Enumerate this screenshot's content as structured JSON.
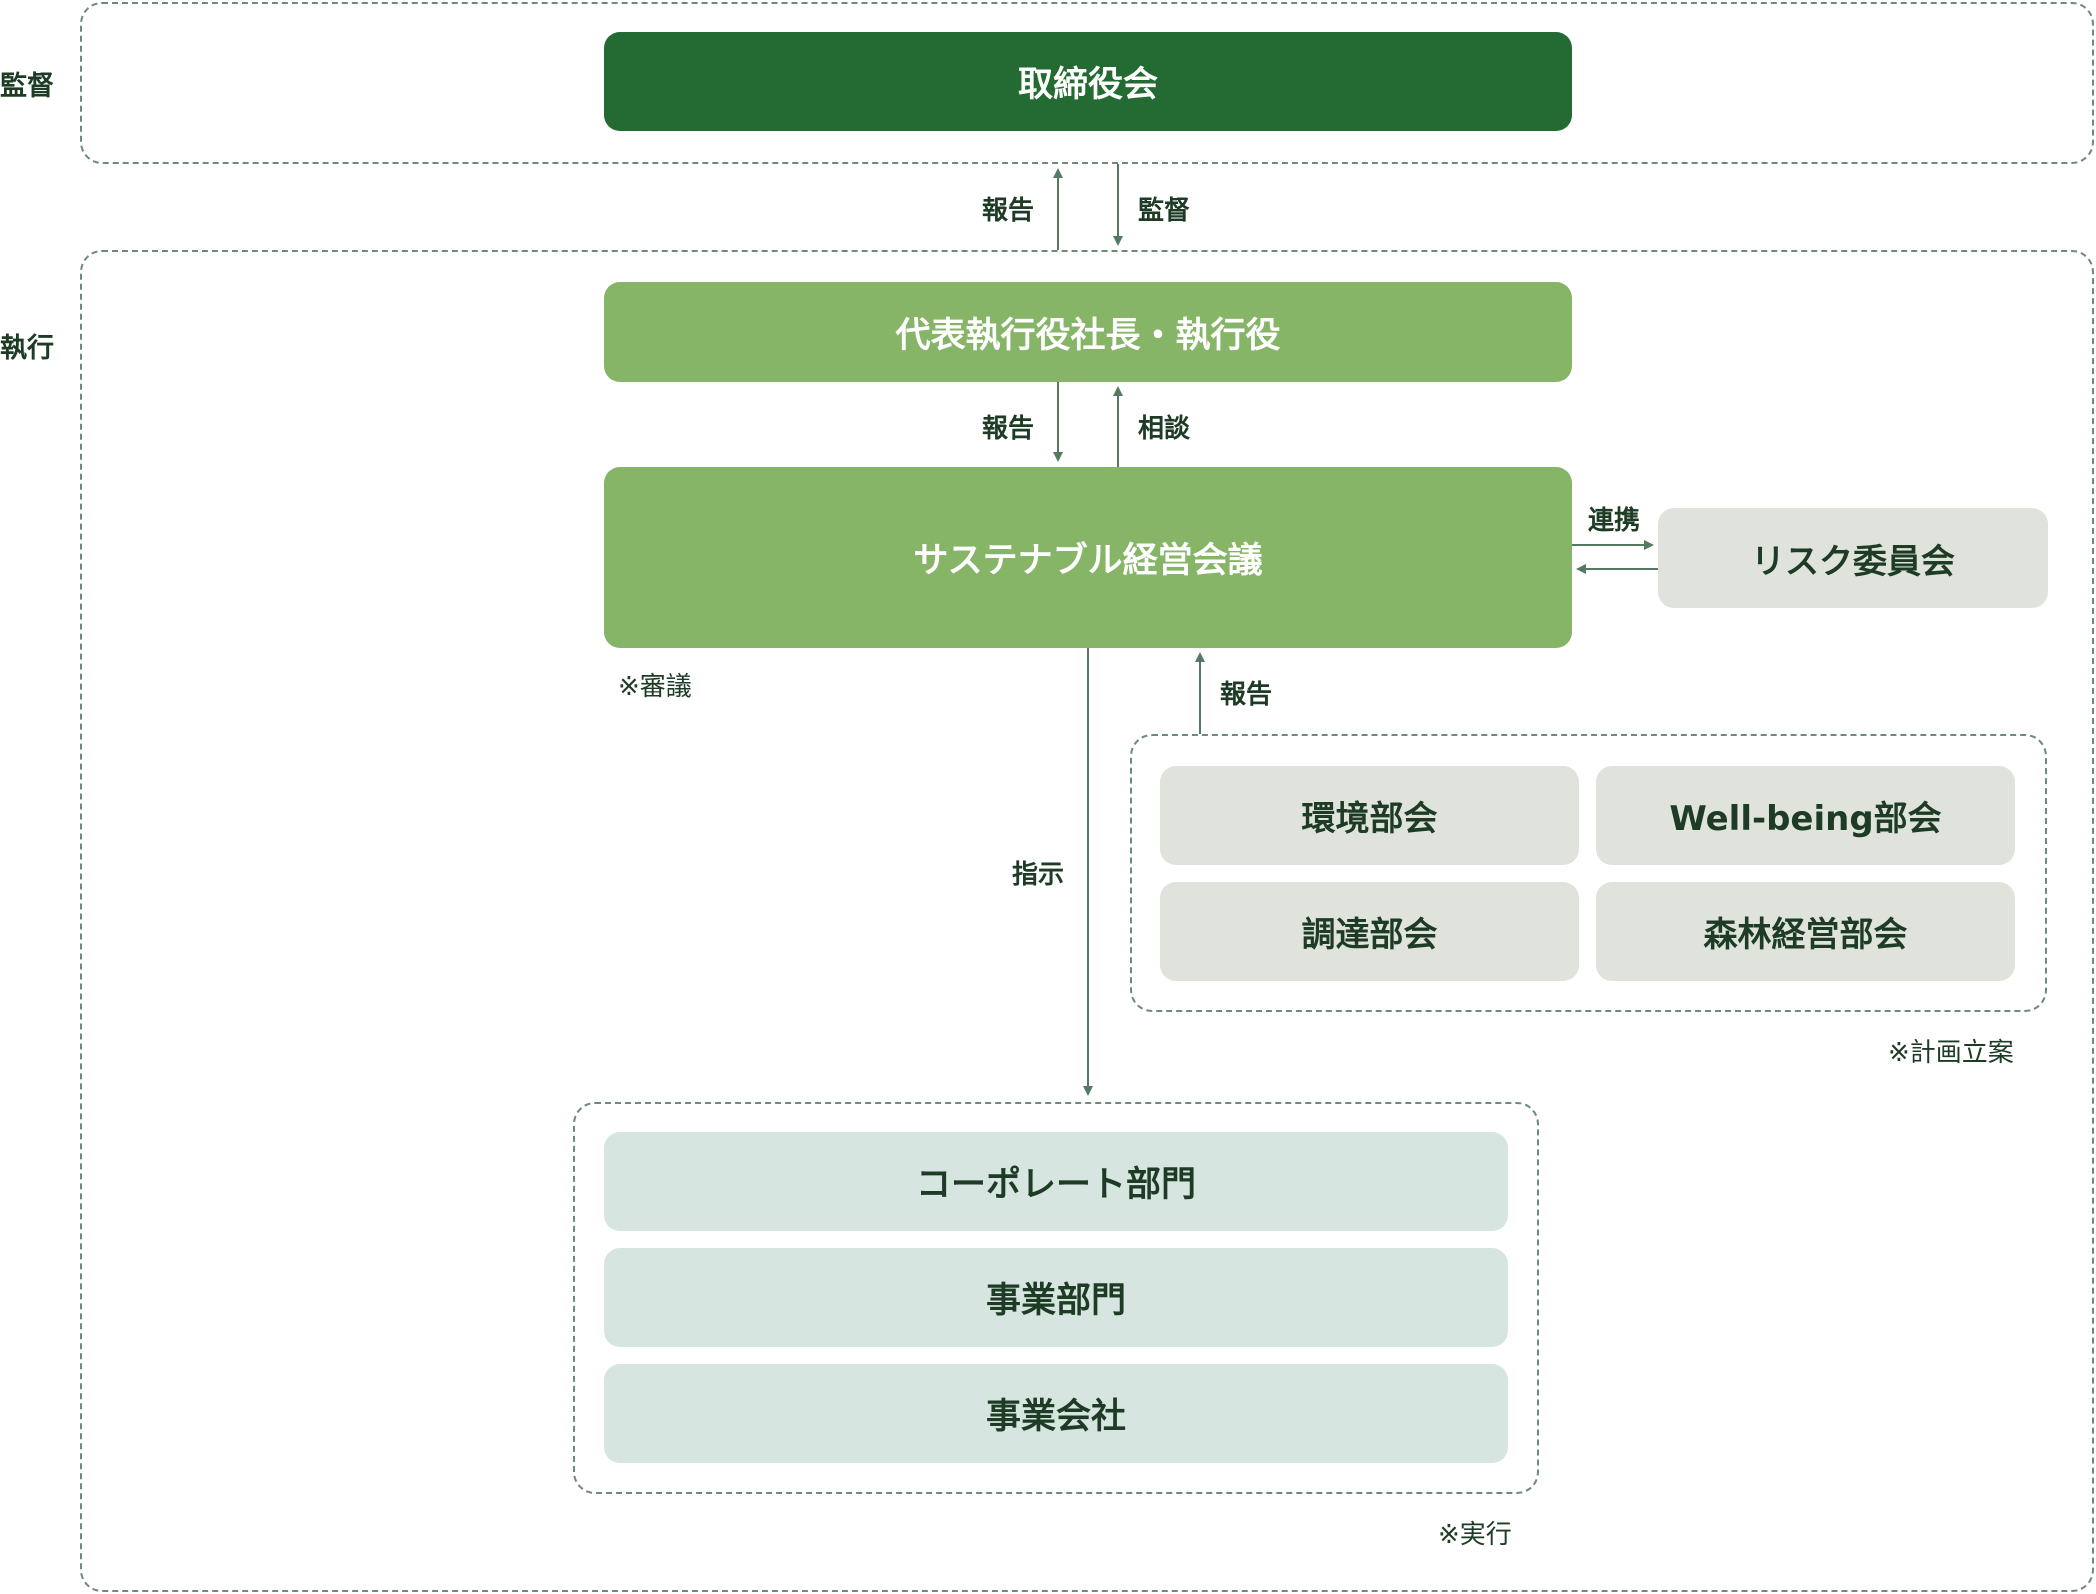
{
  "zones": {
    "supervision_label": "監督",
    "execution_label": "執行"
  },
  "nodes": {
    "board": "取締役会",
    "president": "代表執行役社長・執行役",
    "sustainability_council": "サステナブル経営会議",
    "risk_committee": "リスク委員会",
    "env_subcommittee": "環境部会",
    "wellbeing_subcommittee": "Well-being部会",
    "procurement_subcommittee": "調達部会",
    "forest_subcommittee": "森林経営部会",
    "corporate_division": "コーポレート部門",
    "business_division": "事業部門",
    "group_companies": "事業会社"
  },
  "edges": {
    "board_report": "報告",
    "board_supervise": "監督",
    "president_report": "報告",
    "president_consult": "相談",
    "risk_link": "連携",
    "sub_report": "報告",
    "instruct": "指示"
  },
  "notes": {
    "deliberation": "※審議",
    "planning": "※計画立案",
    "execution": "※実行"
  },
  "colors": {
    "dark_green": "#236b32",
    "mid_green": "#87b568",
    "grey": "#dfe3dc",
    "teal": "#d6e5e0",
    "arrow": "#557a62"
  }
}
